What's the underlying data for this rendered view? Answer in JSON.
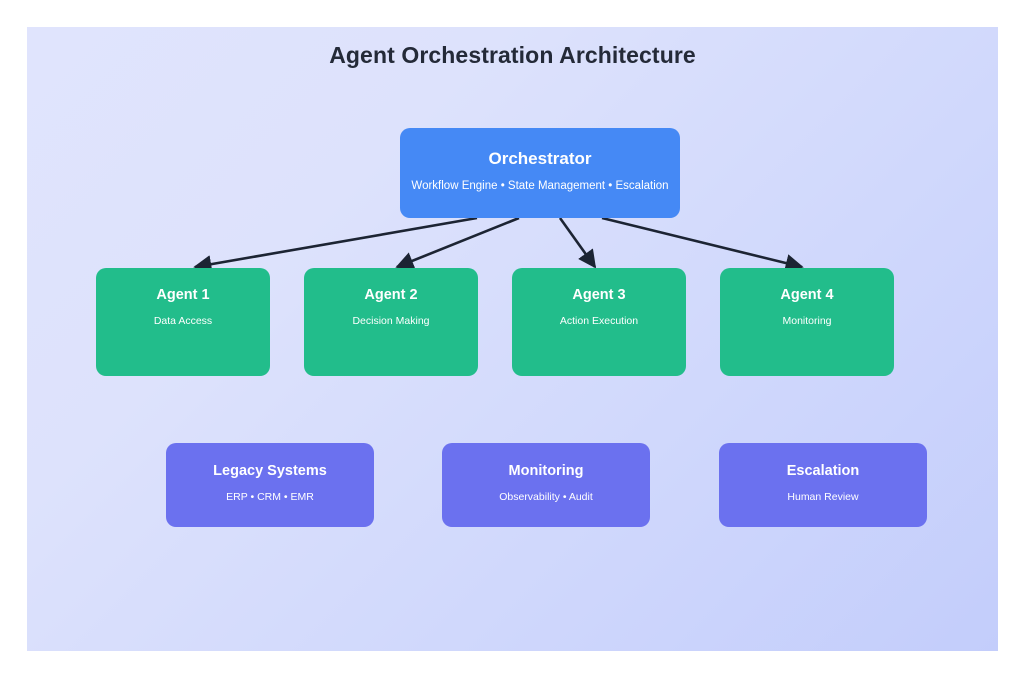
{
  "diagram": {
    "title": "Agent Orchestration Architecture",
    "background": {
      "gradient_from": "#e0e4fd",
      "gradient_to": "#c3cdfb"
    },
    "colors": {
      "orchestrator": "#4589f5",
      "agent": "#22bd8b",
      "support": "#6b71ef",
      "arrow": "#1c2433",
      "title_text": "#242a38",
      "node_text": "#ffffff"
    },
    "orchestrator": {
      "title": "Orchestrator",
      "subtitle": "Workflow Engine • State Management • Escalation"
    },
    "agents": [
      {
        "title": "Agent 1",
        "subtitle": "Data Access"
      },
      {
        "title": "Agent 2",
        "subtitle": "Decision Making"
      },
      {
        "title": "Agent 3",
        "subtitle": "Action Execution"
      },
      {
        "title": "Agent 4",
        "subtitle": "Monitoring"
      }
    ],
    "support_systems": [
      {
        "title": "Legacy Systems",
        "subtitle": "ERP • CRM • EMR"
      },
      {
        "title": "Monitoring",
        "subtitle": "Observability • Audit"
      },
      {
        "title": "Escalation",
        "subtitle": "Human Review"
      }
    ],
    "connections": [
      {
        "from": "Orchestrator",
        "to": "Agent 1",
        "style": "arrow"
      },
      {
        "from": "Orchestrator",
        "to": "Agent 2",
        "style": "arrow"
      },
      {
        "from": "Orchestrator",
        "to": "Agent 3",
        "style": "arrow"
      },
      {
        "from": "Orchestrator",
        "to": "Agent 4",
        "style": "arrow"
      }
    ]
  }
}
